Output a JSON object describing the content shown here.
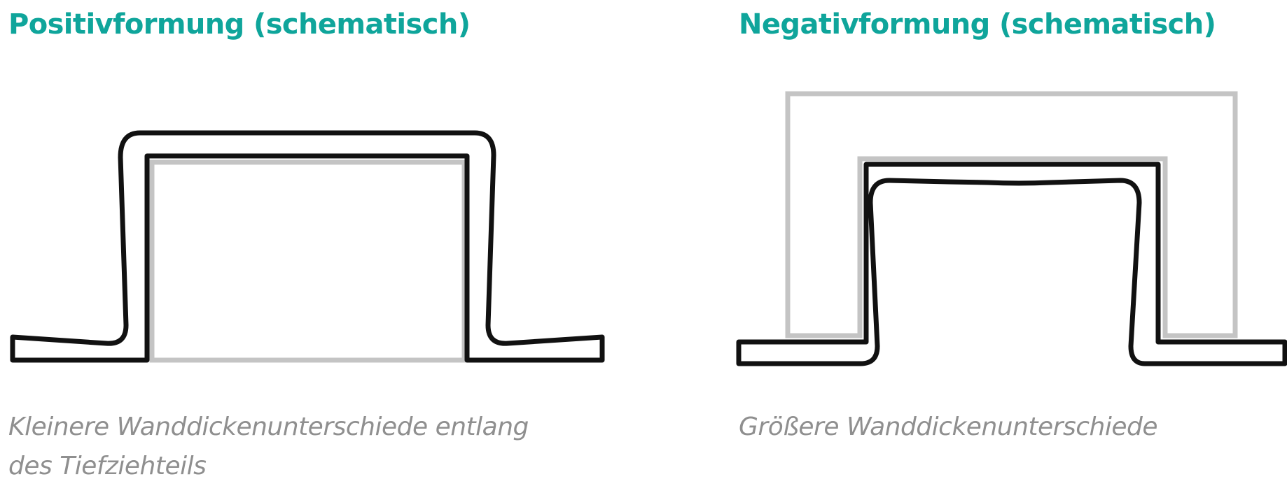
{
  "positive": {
    "title": "Positivformung (schematisch)",
    "caption_lines": [
      "Kleinere Wanddickenunterschiede entlang",
      "des Tiefziehteils"
    ]
  },
  "negative": {
    "title": "Negativformung (schematisch)",
    "caption_lines": [
      "Größere Wanddickenunterschiede"
    ]
  },
  "colors": {
    "title": "#0fa59b",
    "caption": "#8f8f8f",
    "sheet_outline": "#111111",
    "mould_outline": "#c4c4c4"
  }
}
